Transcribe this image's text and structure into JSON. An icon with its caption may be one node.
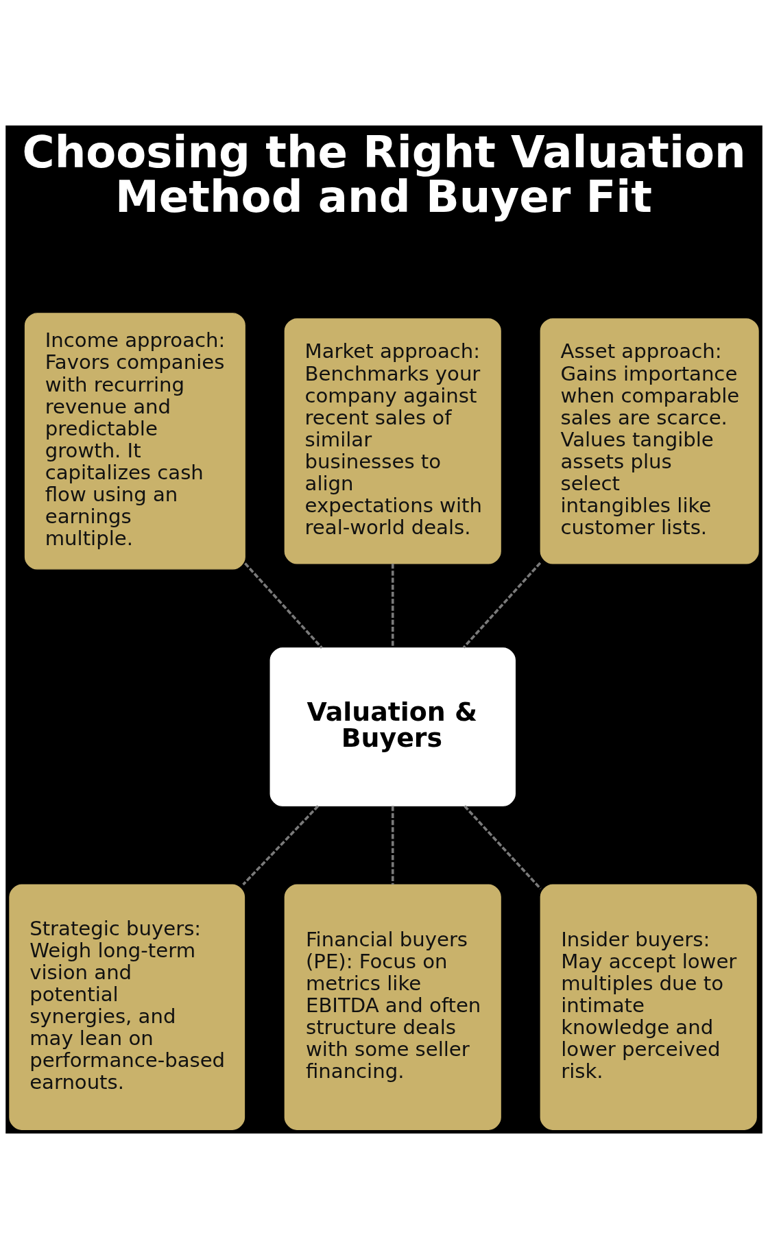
{
  "diagram": {
    "title": "Choosing the Right Valuation Method and Buyer Fit",
    "nodes": [
      {
        "text": [
          "Income approach: Favors companies with recurring revenue and predictable growth. It capitalizes cash flow using an earnings multiple."
        ]
      },
      {
        "text": [
          "Market approach: Benchmarks your company against recent sales of similar businesses to align expectations with real-world deals."
        ]
      },
      {
        "text": [
          "Asset approach: Gains importance when comparable sales are scarce. Values tangible assets plus select intangibles like customer lists."
        ]
      },
      {
        "text": [
          "Valuation & Buyers"
        ]
      },
      {
        "text": [
          "Strategic buyers: Weigh long-term vision and potential synergies, and may lean on performance-based earnouts."
        ]
      },
      {
        "text": [
          "Financial buyers (PE): Focus on metrics like EBITDA and often structure deals with some seller financing."
        ]
      },
      {
        "text": [
          "Insider buyers: May accept lower multiples due to intimate knowledge and lower perceived risk."
        ]
      }
    ],
    "edges": [
      {
        "from": 0,
        "to": 3,
        "arrow": "none",
        "style": "dashed"
      },
      {
        "from": 1,
        "to": 3,
        "arrow": "none",
        "style": "dashed"
      },
      {
        "from": 2,
        "to": 3,
        "arrow": "none",
        "style": "dashed"
      },
      {
        "from": 3,
        "to": 4,
        "arrow": "none",
        "style": "dashed"
      },
      {
        "from": 3,
        "to": 5,
        "arrow": "none",
        "style": "dashed"
      },
      {
        "from": 3,
        "to": 6,
        "arrow": "none",
        "style": "dashed"
      }
    ]
  }
}
